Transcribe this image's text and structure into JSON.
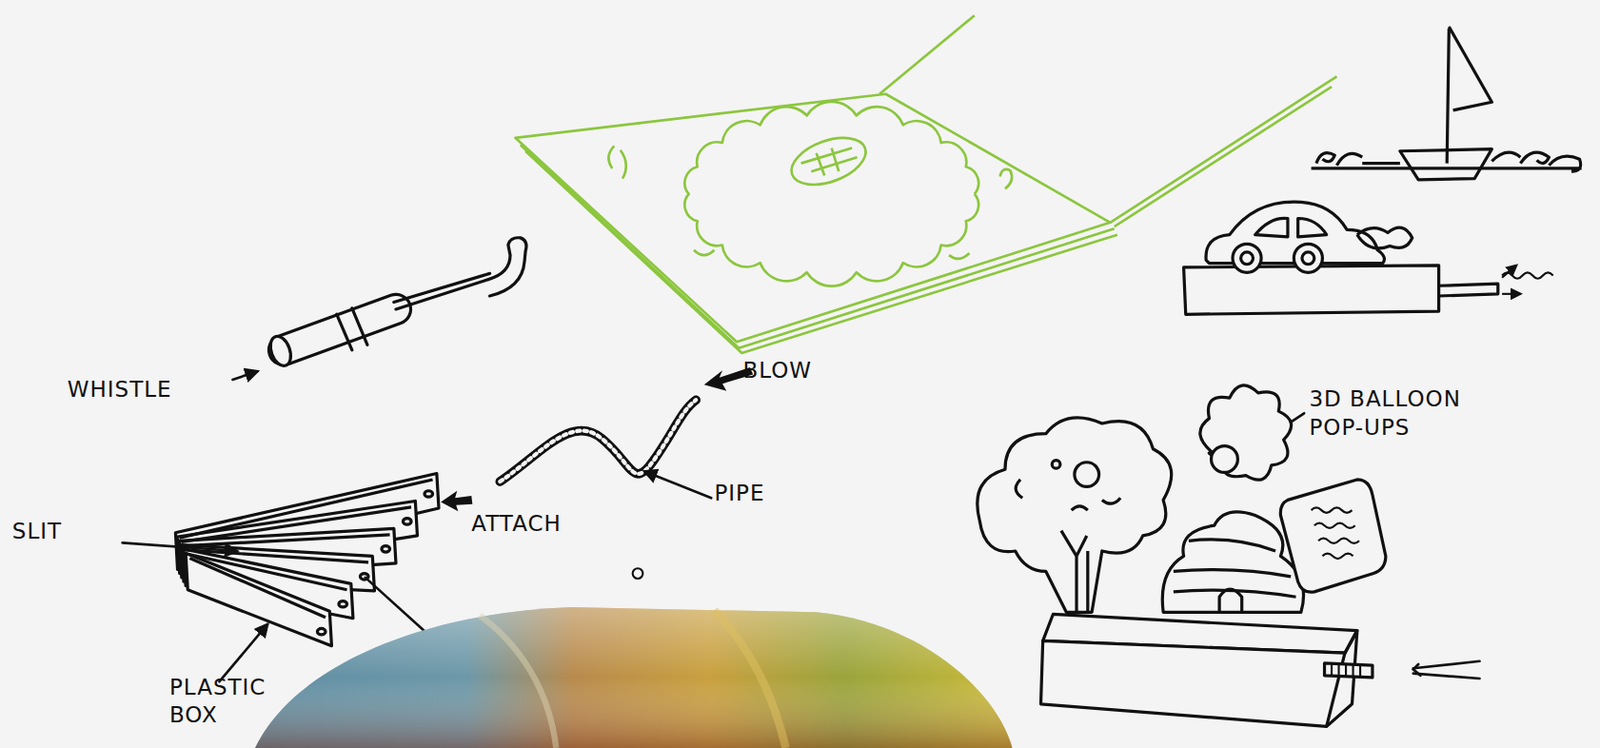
{
  "diagram": {
    "labels": [
      "WHISTLE",
      "BLOW",
      "PIPE",
      "ATTACH",
      "SLIT",
      "PLASTIC BOX",
      "3D BALLOON POP-UPS"
    ]
  }
}
